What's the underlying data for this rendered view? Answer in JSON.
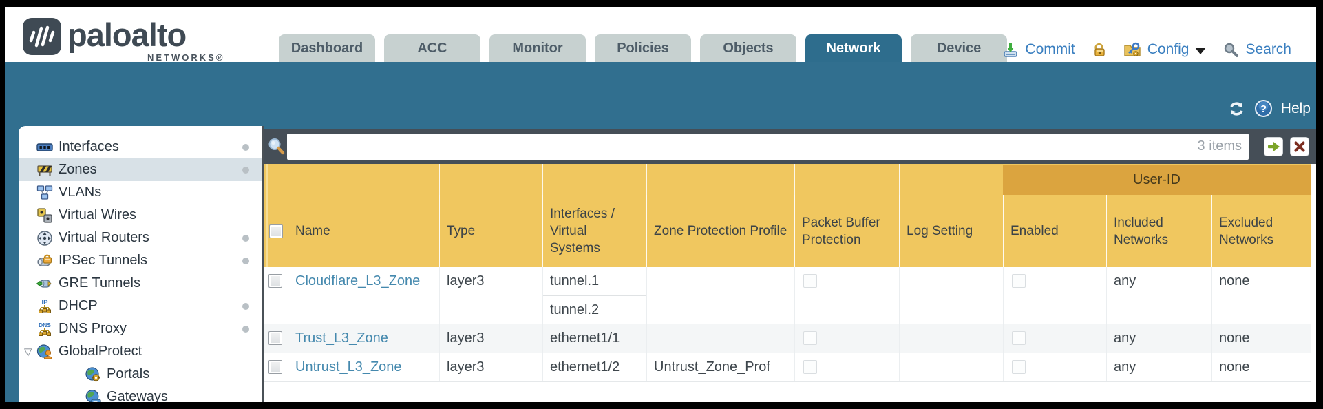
{
  "logo": {
    "brand": "paloalto",
    "subtitle": "NETWORKS®"
  },
  "nav": {
    "tabs": [
      {
        "label": "Dashboard"
      },
      {
        "label": "ACC"
      },
      {
        "label": "Monitor"
      },
      {
        "label": "Policies"
      },
      {
        "label": "Objects"
      },
      {
        "label": "Network",
        "active": true
      },
      {
        "label": "Device"
      }
    ]
  },
  "utilities": {
    "commit_label": "Commit",
    "config_label": "Config",
    "search_label": "Search"
  },
  "band": {
    "help_label": "Help"
  },
  "filter": {
    "value": "",
    "count": "3 items"
  },
  "sidebar": {
    "items": [
      {
        "label": "Interfaces",
        "icon": "interfaces-icon",
        "dot": true
      },
      {
        "label": "Zones",
        "icon": "zones-icon",
        "dot": true,
        "selected": true
      },
      {
        "label": "VLANs",
        "icon": "vlans-icon"
      },
      {
        "label": "Virtual Wires",
        "icon": "virtual-wires-icon"
      },
      {
        "label": "Virtual Routers",
        "icon": "virtual-routers-icon",
        "dot": true
      },
      {
        "label": "IPSec Tunnels",
        "icon": "ipsec-tunnels-icon",
        "dot": true
      },
      {
        "label": "GRE Tunnels",
        "icon": "gre-tunnels-icon"
      },
      {
        "label": "DHCP",
        "icon": "dhcp-icon",
        "dot": true
      },
      {
        "label": "DNS Proxy",
        "icon": "dns-proxy-icon",
        "dot": true
      },
      {
        "label": "GlobalProtect",
        "icon": "globalprotect-icon",
        "expanded": true
      },
      {
        "label": "Portals",
        "icon": "portals-icon",
        "child": true
      },
      {
        "label": "Gateways",
        "icon": "gateways-icon",
        "child": true
      }
    ]
  },
  "table": {
    "group_header": "User-ID",
    "columns": [
      "Name",
      "Type",
      "Interfaces / Virtual Systems",
      "Zone Protection Profile",
      "Packet Buffer Protection",
      "Log Setting",
      "Enabled",
      "Included Networks",
      "Excluded Networks"
    ],
    "rows": [
      {
        "name": "Cloudflare_L3_Zone",
        "type": "layer3",
        "interfaces": [
          "tunnel.1",
          "tunnel.2"
        ],
        "zone_protection_profile": "",
        "log_setting": "",
        "included_networks": "any",
        "excluded_networks": "none"
      },
      {
        "name": "Trust_L3_Zone",
        "type": "layer3",
        "interfaces": [
          "ethernet1/1"
        ],
        "zone_protection_profile": "",
        "log_setting": "",
        "included_networks": "any",
        "excluded_networks": "none"
      },
      {
        "name": "Untrust_L3_Zone",
        "type": "layer3",
        "interfaces": [
          "ethernet1/2"
        ],
        "zone_protection_profile": "Untrust_Zone_Prof",
        "log_setting": "",
        "included_networks": "any",
        "excluded_networks": "none"
      }
    ]
  },
  "colors": {
    "accent_teal": "#316f8f",
    "header_orange": "#f0c75f",
    "group_orange": "#dba43f",
    "link_blue": "#4589ae",
    "util_blue": "#3a7fc0"
  }
}
